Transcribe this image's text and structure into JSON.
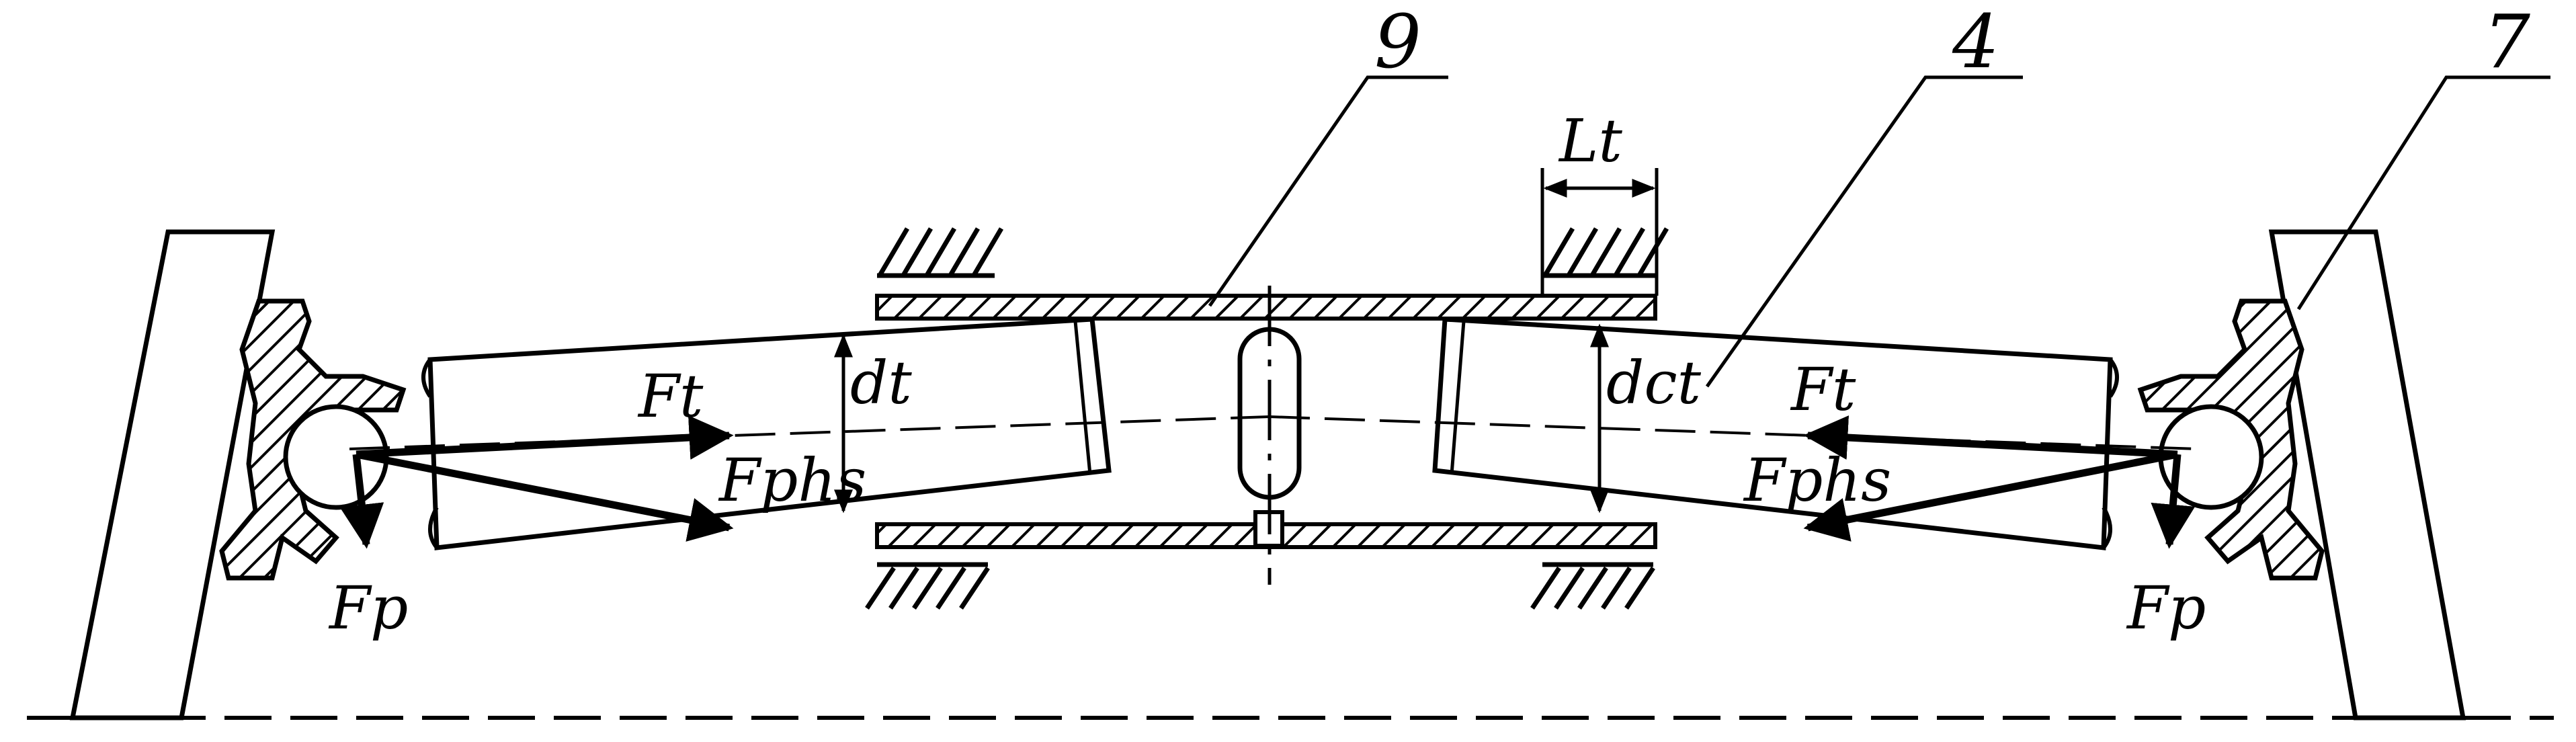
{
  "labels": {
    "part_9": "9",
    "part_4": "4",
    "part_7": "7",
    "length_lt": "Lt",
    "diameter_dt": "dt",
    "diameter_dct": "dct",
    "force_ft": "Ft",
    "force_fphs": "Fphs",
    "force_fp": "Fp"
  },
  "colors": {
    "line": "#000000",
    "background": "#ffffff"
  }
}
